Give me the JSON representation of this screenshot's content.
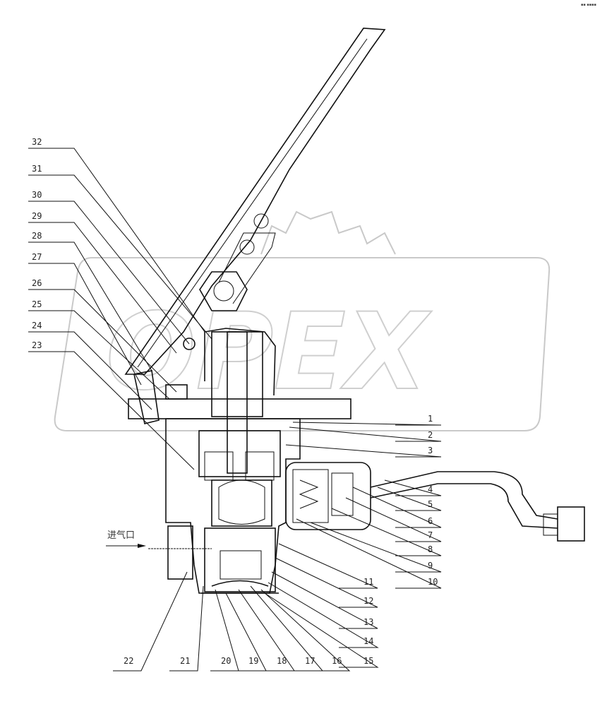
{
  "figure": {
    "corner_mark": "▪▪ ▪▪▪▪",
    "watermark": "OPEX",
    "inlet_label": "进气口",
    "left_labels": [
      "32",
      "31",
      "30",
      "29",
      "28",
      "27",
      "26",
      "25",
      "24",
      "23"
    ],
    "right_labels": [
      "1",
      "2",
      "3",
      "4",
      "5",
      "6",
      "7",
      "8",
      "9",
      "10"
    ],
    "lower_right_labels": [
      "11",
      "12",
      "13",
      "14",
      "15"
    ],
    "bottom_labels": [
      "22",
      "21",
      "20",
      "19",
      "18",
      "17",
      "16"
    ]
  }
}
